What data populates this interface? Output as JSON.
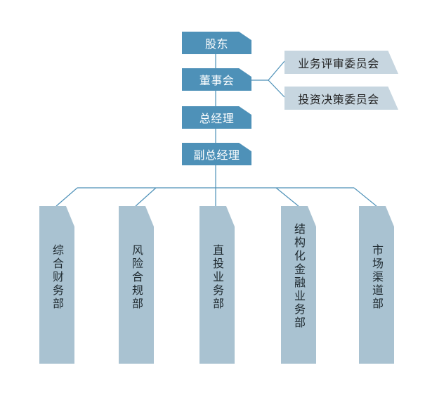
{
  "nodes": {
    "shareholders": "股东",
    "board": "董事会",
    "ceo": "总经理",
    "vice_ceo": "副总经理"
  },
  "committees": [
    "业务评审委员会",
    "投资决策委员会"
  ],
  "departments": [
    "综合财务部",
    "风险合规部",
    "直投业务部",
    "结构化金融业务部",
    "市场渠道部"
  ],
  "colors": {
    "primary_node": "#4e91b8",
    "committee_node": "#c7d6e0",
    "department_node": "#a9c2d1",
    "connector": "#4e91b8"
  }
}
